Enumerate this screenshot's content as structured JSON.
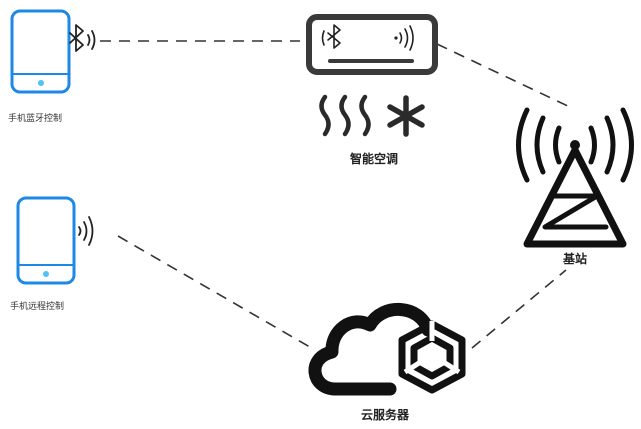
{
  "nodes": {
    "phone_bluetooth": {
      "label": "手机蓝牙控制"
    },
    "phone_remote": {
      "label": "手机远程控制"
    },
    "air_conditioner": {
      "label": "智能空调"
    },
    "base_station": {
      "label": "基站"
    },
    "cloud_server": {
      "label": "云服务器"
    }
  },
  "colors": {
    "phone_outline": "#1e88e5",
    "phone_button": "#4fc3f7",
    "line": "#333333",
    "icon": "#222222"
  }
}
